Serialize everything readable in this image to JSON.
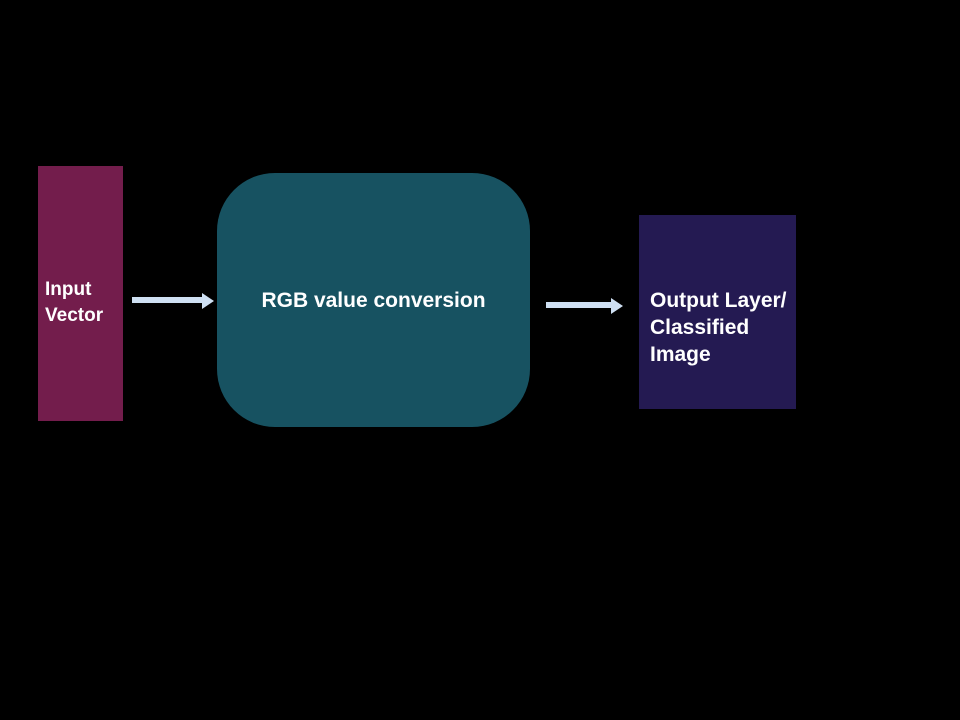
{
  "diagram": {
    "background_color": "#000000",
    "text_color": "#ffffff",
    "nodes": [
      {
        "id": "input-vector",
        "shape": "rectangle",
        "label": "Input\nVector",
        "fill_color": "#731d4c"
      },
      {
        "id": "rgb-value-conversion",
        "shape": "rounded-rectangle",
        "label": "RGB value conversion",
        "fill_color": "#175261"
      },
      {
        "id": "output-layer",
        "shape": "rectangle",
        "label": "Output Layer/\nClassified\nImage",
        "fill_color": "#241a52"
      }
    ],
    "connectors": [
      {
        "from": "input-vector",
        "to": "rgb-value-conversion",
        "style": "arrow-right",
        "color": "#cfe0f3"
      },
      {
        "from": "rgb-value-conversion",
        "to": "output-layer",
        "style": "arrow-right",
        "color": "#cfe0f3"
      }
    ]
  }
}
